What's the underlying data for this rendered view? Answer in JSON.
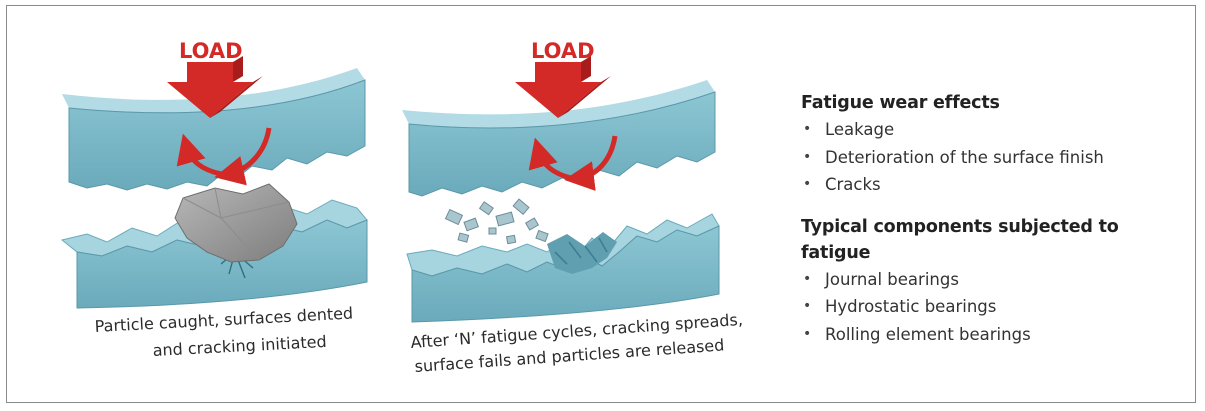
{
  "panels": [
    {
      "load_label": "LOAD",
      "caption_lines": [
        "Particle caught, surfaces dented",
        "and cracking initiated"
      ]
    },
    {
      "load_label": "LOAD",
      "caption_lines": [
        "After ‘N’ fatigue cycles, cracking spreads,",
        "surface fails and particles are released"
      ]
    }
  ],
  "effects": {
    "heading": "Fatigue wear effects",
    "items": [
      "Leakage",
      "Deterioration of the surface finish",
      "Cracks"
    ]
  },
  "components": {
    "heading": "Typical components subjected to fatigue",
    "items": [
      "Journal bearings",
      "Hydrostatic bearings",
      "Rolling element bearings"
    ]
  },
  "bullet_glyph": "•",
  "colors": {
    "surface_front": "#7fbccb",
    "surface_top": "#a6d4df",
    "arrow": "#d42a27",
    "particle": "#9a9a9a",
    "frame_border": "#8a8a8a"
  }
}
